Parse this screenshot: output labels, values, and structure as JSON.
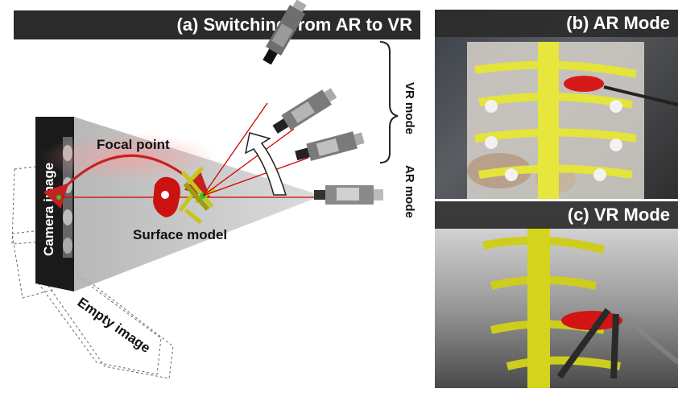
{
  "panel_a": {
    "title": "(a)  Switching from AR to VR",
    "camera_image_label": "Camera image",
    "focal_point_label": "Focal point",
    "surface_model_label": "Surface model",
    "empty_image_label": "Empty image",
    "vr_mode_label": "VR mode",
    "ar_mode_label": "AR mode"
  },
  "panel_b": {
    "title": "(b)  AR Mode"
  },
  "panel_c": {
    "title": "(c)  VR Mode"
  },
  "colors": {
    "header_bg": "#2b2b2b",
    "ray_red": "#d40000",
    "vertebra_yellow": "#d8d820",
    "tumor_red": "#cc1111",
    "cone_gray": "#c8c8c8",
    "focal_green": "#22cc33"
  }
}
